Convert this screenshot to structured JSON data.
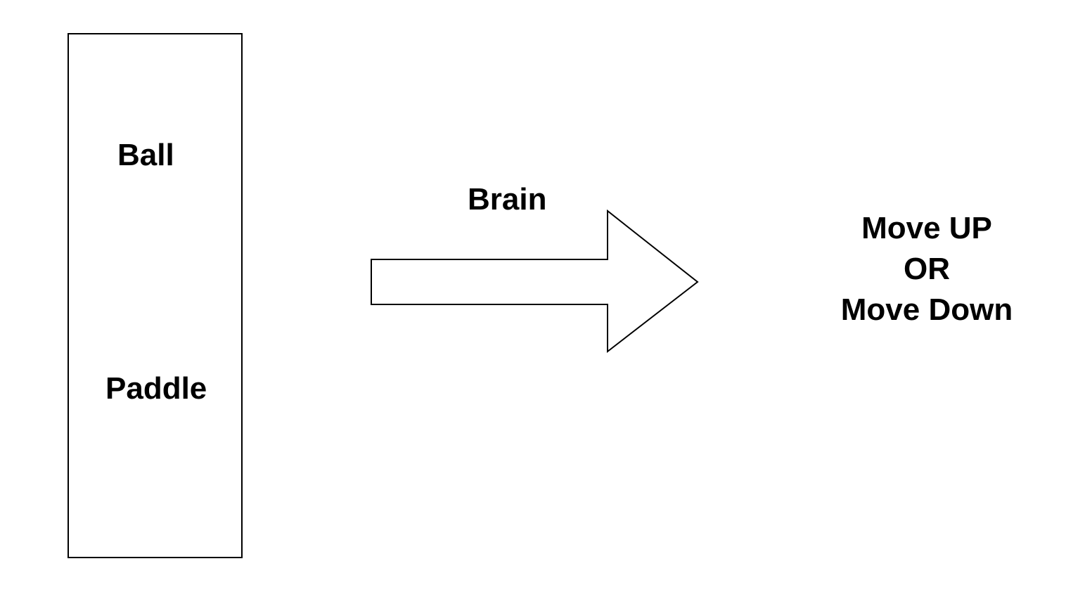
{
  "input": {
    "ball_label": "Ball",
    "paddle_label": "Paddle"
  },
  "process": {
    "label": "Brain"
  },
  "output": {
    "lines": [
      "Move UP",
      "OR",
      "Move Down"
    ]
  },
  "colors": {
    "stroke": "#000000",
    "background": "#ffffff",
    "text": "#000000"
  }
}
